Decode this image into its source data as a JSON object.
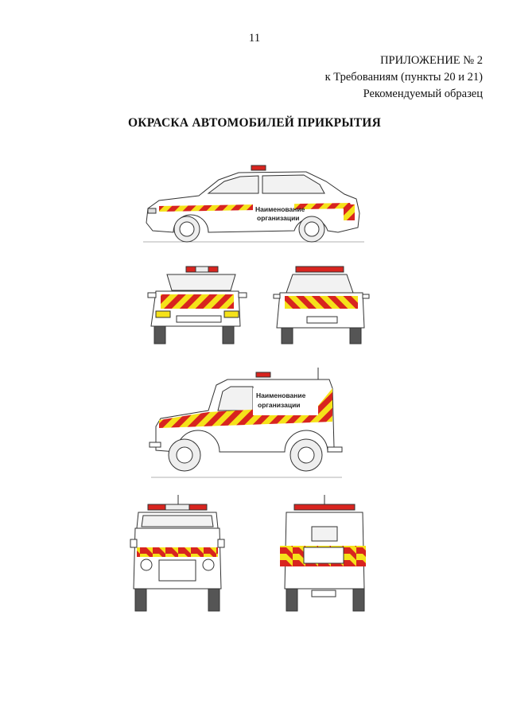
{
  "page": {
    "number": "11",
    "appendix_title": "ПРИЛОЖЕНИЕ № 2",
    "appendix_ref": "к Требованиям (пункты 20 и 21)",
    "appendix_note": "Рекомендуемый образец",
    "heading": "ОКРАСКА АВТОМОБИЛЕЙ ПРИКРЫТИЯ"
  },
  "colors": {
    "stripe_red": "#d8241f",
    "stripe_yellow": "#f5e21a",
    "beacon_red": "#d8241f"
  },
  "labels": {
    "sedan_org_line1": "Наименование",
    "sedan_org_line2": "организации",
    "suv_org_line1": "Наименование",
    "suv_org_line2": "организации"
  }
}
